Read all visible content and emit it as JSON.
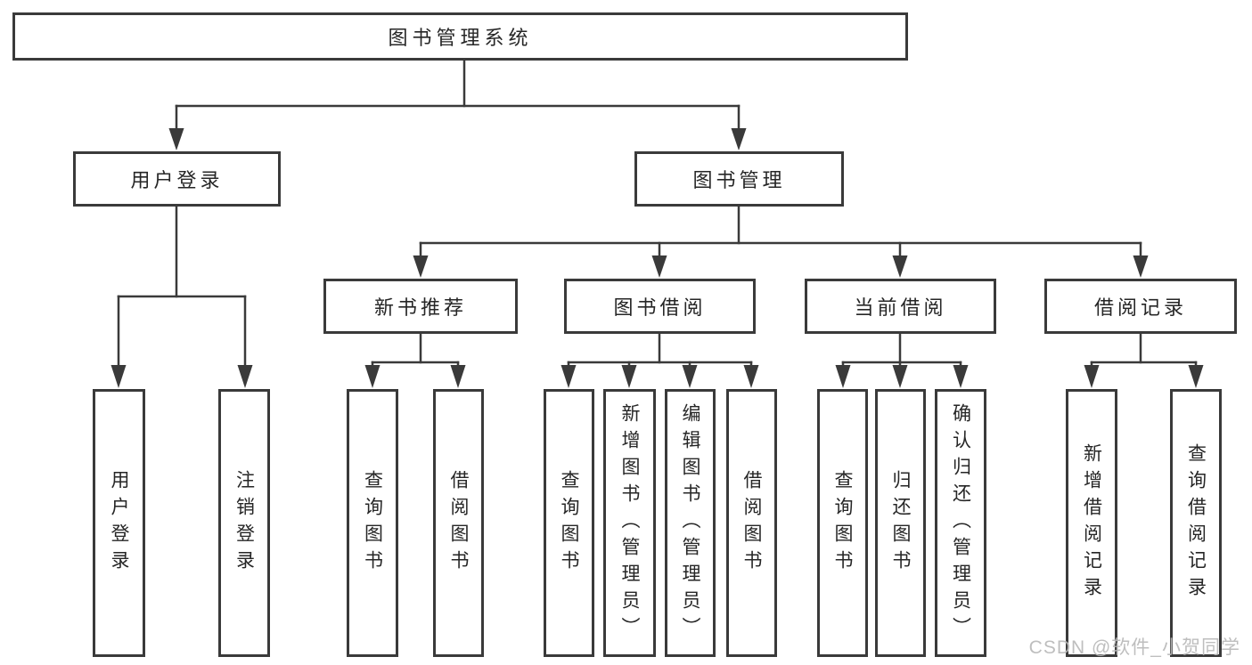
{
  "diagram": {
    "type": "tree-diagram",
    "colors": {
      "line": "#3a3a3a",
      "box_border": "#3a3a3a",
      "text": "#262626",
      "background": "#ffffff",
      "watermark": "#b9b9b9"
    },
    "tree": {
      "root": {
        "label": "图书管理系统",
        "children": [
          {
            "label": "用户登录",
            "children": [
              {
                "label": "用户登录"
              },
              {
                "label": "注销登录"
              }
            ]
          },
          {
            "label": "图书管理",
            "children": [
              {
                "label": "新书推荐",
                "children": [
                  {
                    "label": "查询图书"
                  },
                  {
                    "label": "借阅图书"
                  }
                ]
              },
              {
                "label": "图书借阅",
                "children": [
                  {
                    "label": "查询图书"
                  },
                  {
                    "label": "新增图书（管理员）"
                  },
                  {
                    "label": "编辑图书（管理员）"
                  },
                  {
                    "label": "借阅图书"
                  }
                ]
              },
              {
                "label": "当前借阅",
                "children": [
                  {
                    "label": "查询图书"
                  },
                  {
                    "label": "归还图书"
                  },
                  {
                    "label": "确认归还（管理员）"
                  }
                ]
              },
              {
                "label": "借阅记录",
                "children": [
                  {
                    "label": "新增借阅记录"
                  },
                  {
                    "label": "查询借阅记录"
                  }
                ]
              }
            ]
          }
        ]
      }
    },
    "watermark": {
      "text": "CSDN @软件_小贺同学"
    }
  }
}
